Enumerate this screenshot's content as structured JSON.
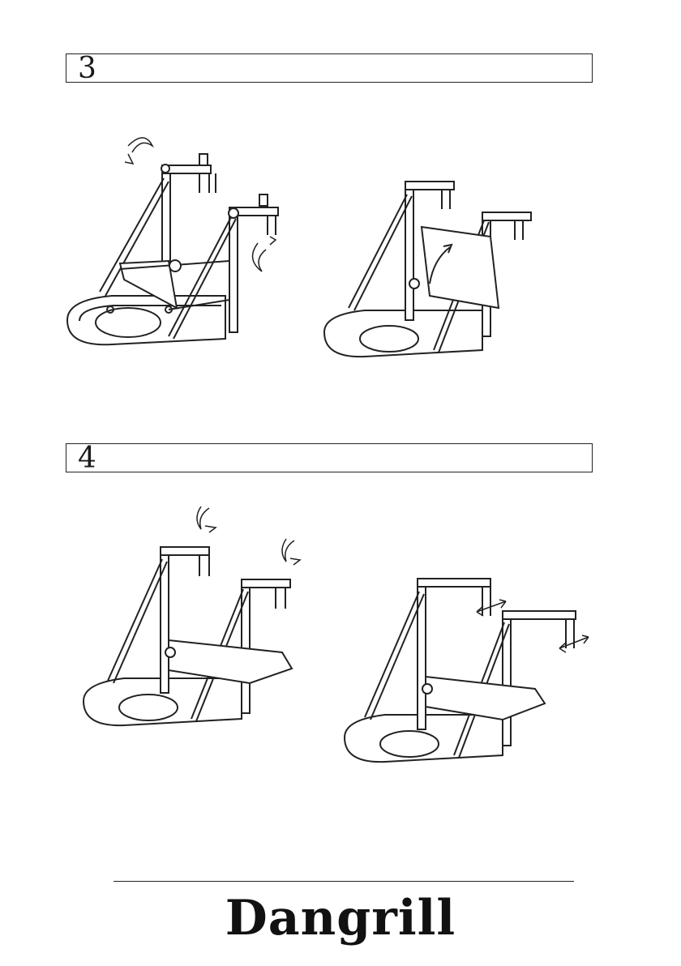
{
  "steps": [
    {
      "number": "3"
    },
    {
      "number": "4"
    }
  ],
  "brand": {
    "name": "Dangrill"
  },
  "icons": [
    "rotate-arrow-icon",
    "curved-up-arrow-icon",
    "double-arrow-icon"
  ]
}
